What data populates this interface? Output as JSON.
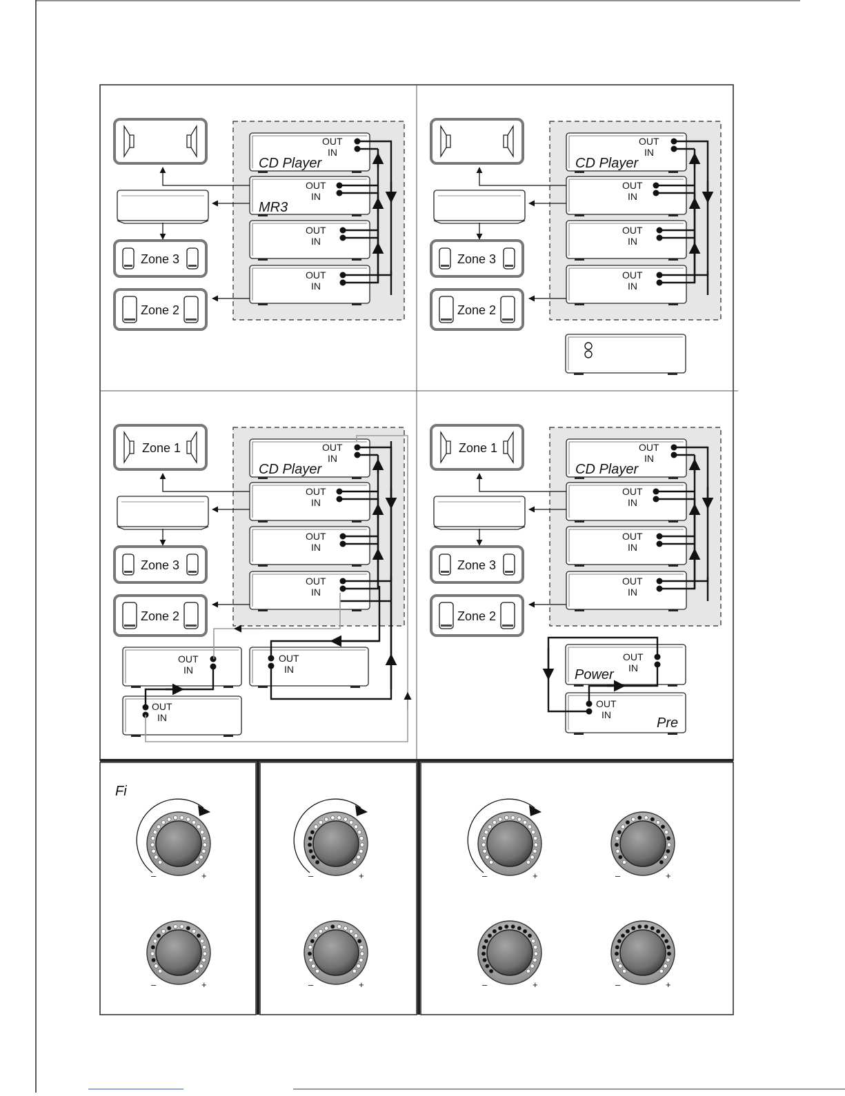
{
  "labels": {
    "out": "OUT",
    "in": "IN",
    "cd_player": "CD Player",
    "mr3": "MR3",
    "zone1": "Zone 1",
    "zone2": "Zone 2",
    "zone3": "Zone 3",
    "power": "Power",
    "pre": "Pre",
    "fi": "Fi",
    "minus": "–",
    "plus": "+"
  },
  "colors": {
    "shade": "#e6e6e6",
    "box_outline": "#777777",
    "line": "#111111",
    "grey_line": "#9a9a9a",
    "knob": "#7d7d7d"
  },
  "diagram": {
    "panels": [
      {
        "name": "panel-top-left",
        "zone1_label": false,
        "extra_unit": false
      },
      {
        "name": "panel-top-right",
        "zone1_label": false,
        "extra_unit": true
      },
      {
        "name": "panel-middle-left",
        "zone1_label": true,
        "grey_loop": true
      },
      {
        "name": "panel-middle-right",
        "zone1_label": true,
        "power_pre": true
      }
    ],
    "dial_groups": [
      {
        "name": "dial-group-1",
        "dials": 2
      },
      {
        "name": "dial-group-2",
        "dials": 2
      },
      {
        "name": "dial-group-3",
        "dials": 4
      }
    ]
  }
}
